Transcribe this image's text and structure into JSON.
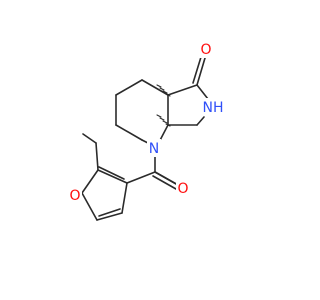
{
  "diagram": {
    "type": "chemical-structure",
    "atoms": {
      "o_ketone": "O",
      "nh": "NH",
      "n_amide": "N",
      "o_carbonyl": "O",
      "o_furan": "O"
    },
    "colors": {
      "bond": "#2b2b2b",
      "oxygen": "#ff0d0d",
      "nitrogen": "#3050f8"
    }
  }
}
